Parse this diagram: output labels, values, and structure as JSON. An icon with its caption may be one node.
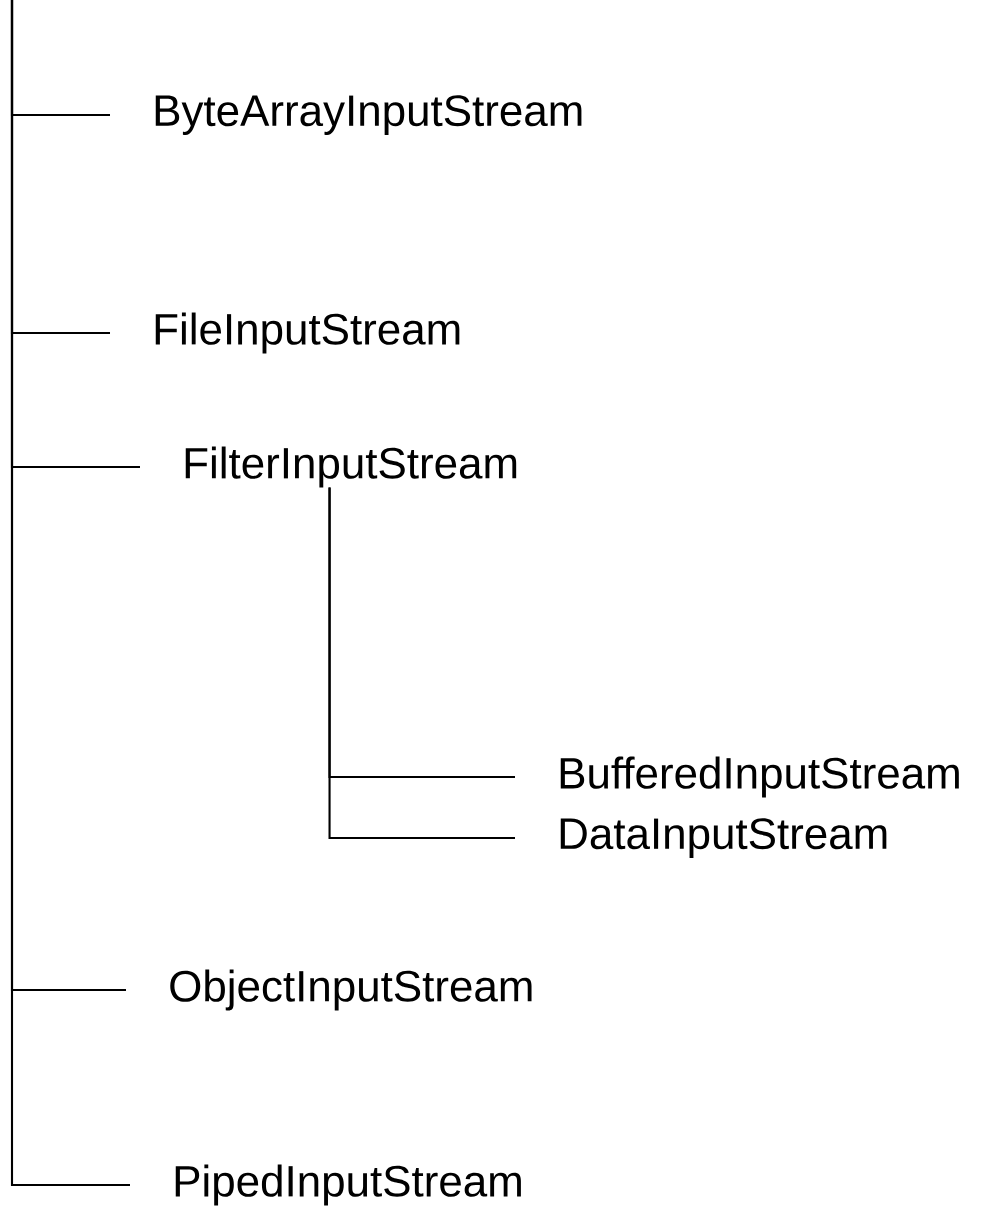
{
  "diagram": {
    "nodes": [
      {
        "text": [
          "ByteArrayInputStream"
        ]
      },
      {
        "text": [
          "FileInputStream"
        ]
      },
      {
        "text": [
          "FilterInputStream"
        ]
      },
      {
        "text": [
          "BufferedInputStream"
        ]
      },
      {
        "text": [
          "DataInputStream"
        ]
      },
      {
        "text": [
          "ObjectInputStream"
        ]
      },
      {
        "text": [
          "PipedInputStream"
        ]
      }
    ],
    "edges": [
      {
        "from": null,
        "to": 0,
        "arrow": "none"
      },
      {
        "from": null,
        "to": 1,
        "arrow": "none"
      },
      {
        "from": null,
        "to": 2,
        "arrow": "none"
      },
      {
        "from": 2,
        "to": 3,
        "arrow": "none"
      },
      {
        "from": 2,
        "to": 4,
        "arrow": "none"
      },
      {
        "from": null,
        "to": 5,
        "arrow": "none"
      },
      {
        "from": null,
        "to": 6,
        "arrow": "none"
      }
    ]
  }
}
